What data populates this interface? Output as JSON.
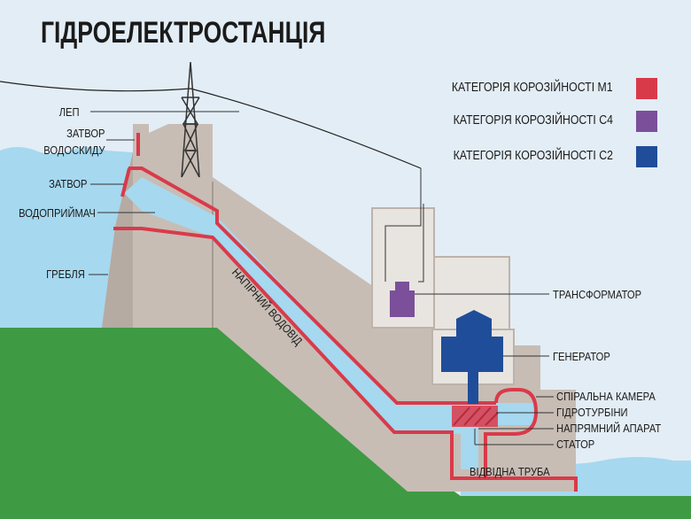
{
  "title": "ГІДРОЕЛЕКТРОСТАНЦІЯ",
  "legend": [
    {
      "label": "КАТЕГОРІЯ КОРОЗІЙНОСТІ М1",
      "color": "#d93a4a"
    },
    {
      "label": "КАТЕГОРІЯ КОРОЗІЙНОСТІ С4",
      "color": "#7b4f9a"
    },
    {
      "label": "КАТЕГОРІЯ КОРОЗІЙНОСТІ С2",
      "color": "#1f4d9a"
    }
  ],
  "labels": {
    "power_line": "ЛЕП",
    "spillway_gate_1": "ЗАТВОР",
    "spillway_gate_2": "ВОДОСКИДУ",
    "gate": "ЗАТВОР",
    "intake": "ВОДОПРИЙМАЧ",
    "dam": "ГРЕБЛЯ",
    "penstock": "НАПІРНИЙ ВОДОВІД",
    "transformer": "ТРАНСФОРМАТОР",
    "generator": "ГЕНЕРАТОР",
    "spiral_chamber": "СПІРАЛЬНА КАМЕРА",
    "turbines": "ГІДРОТУРБІНИ",
    "guide_apparatus": "НАПРЯМНИЙ АПАРАТ",
    "stator": "СТАТОР",
    "draft_tube": "ВІДВІДНА ТРУБА"
  },
  "colors": {
    "sky": "#e3edf5",
    "water": "#a6d8ef",
    "concrete": "#c7bdb5",
    "ground": "#3f9a44",
    "outline": "#d93a4a",
    "transformer": "#7b4f9a",
    "generator": "#1f4d9a"
  }
}
